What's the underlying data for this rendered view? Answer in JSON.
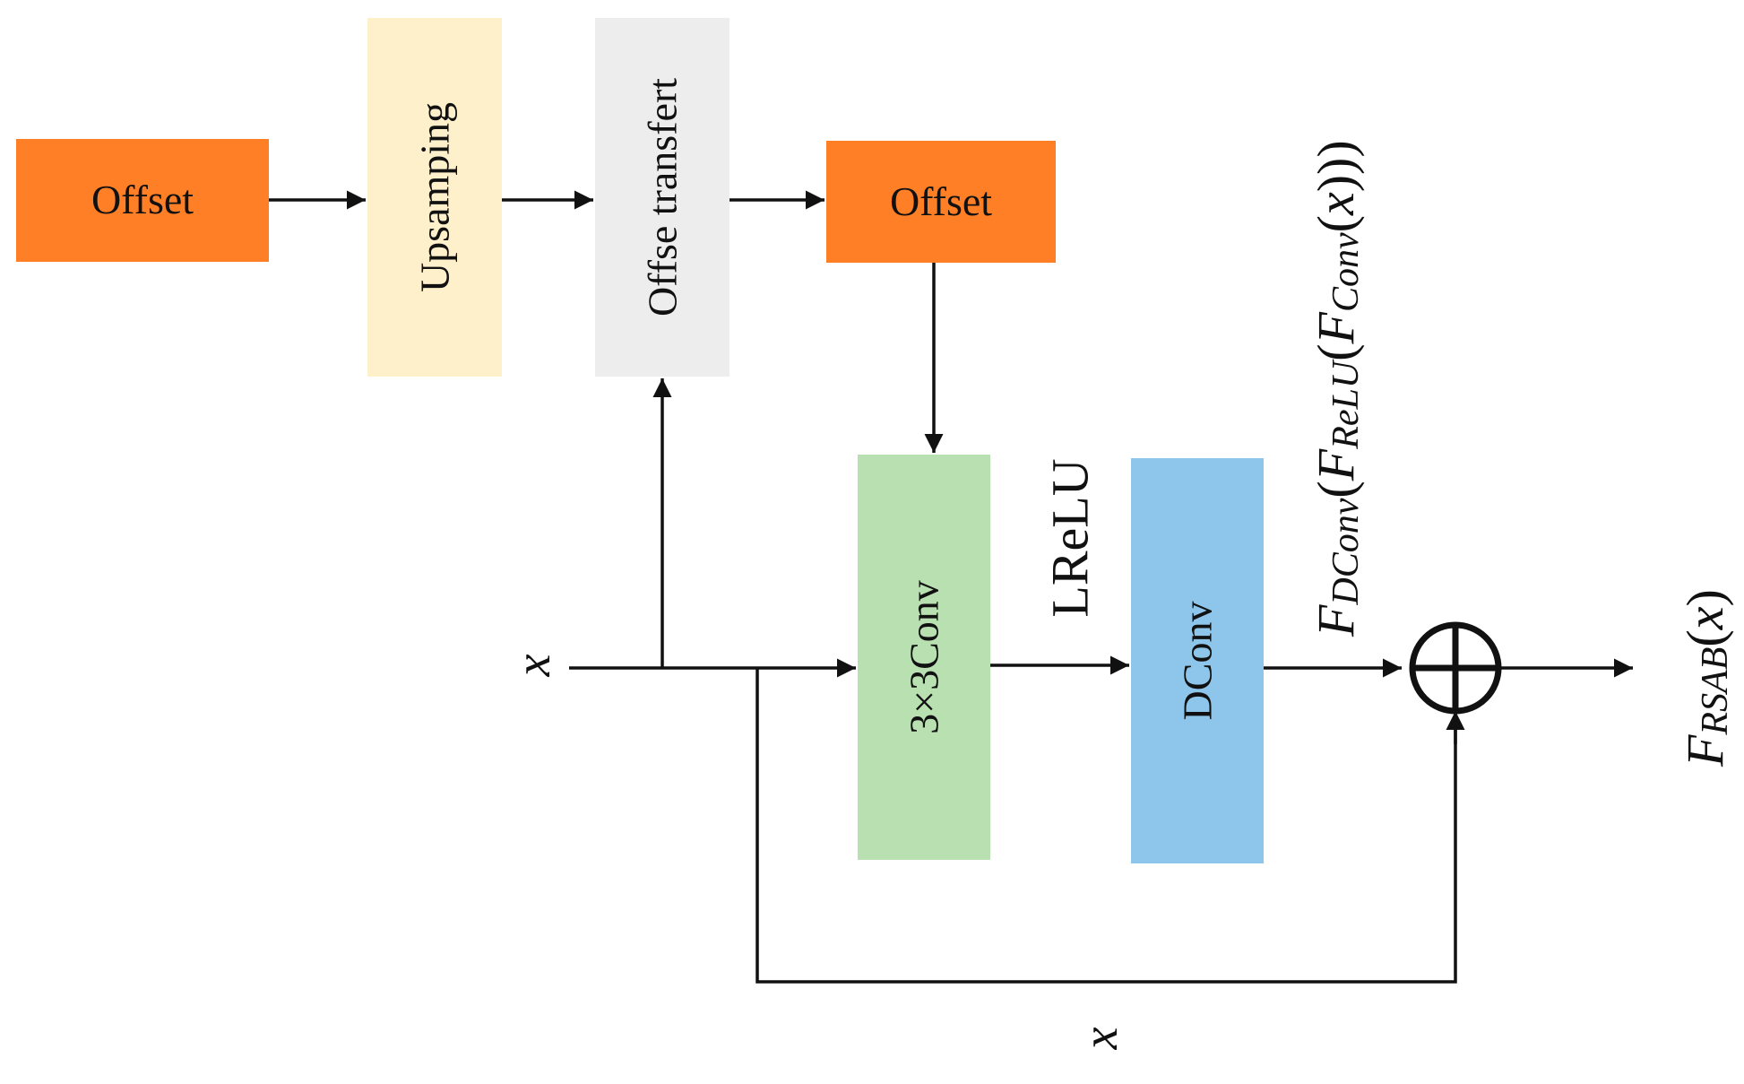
{
  "colors": {
    "offset": "#FF7F27",
    "upsampling": "#FFF0CC",
    "offset_transfer": "#EDEDED",
    "conv": "#B8E0B0",
    "dconv": "#8EC5EA",
    "line": "#111111"
  },
  "blocks": {
    "offset_in": "Offset",
    "upsampling": "Upsamping",
    "offset_transfer": "Offse transfert",
    "offset_out": "Offset",
    "conv": "3×3Conv",
    "dconv": "DConv"
  },
  "labels": {
    "x_input": "x",
    "x_skip": "x",
    "activation": "LReLU",
    "inner_f": "F",
    "inner_sub_dconv": "DConv",
    "inner_open1": "(",
    "inner_sub_relu": "ReLU",
    "inner_open2": "(",
    "inner_sub_conv": "Conv",
    "inner_open3": "(",
    "inner_x": "x",
    "inner_close": ")))",
    "output_f": "F",
    "output_sub": "RSAB",
    "output_paren_open": "(",
    "output_x": "x",
    "output_paren_close": ")"
  },
  "icons": {
    "sum": "circle-plus"
  }
}
